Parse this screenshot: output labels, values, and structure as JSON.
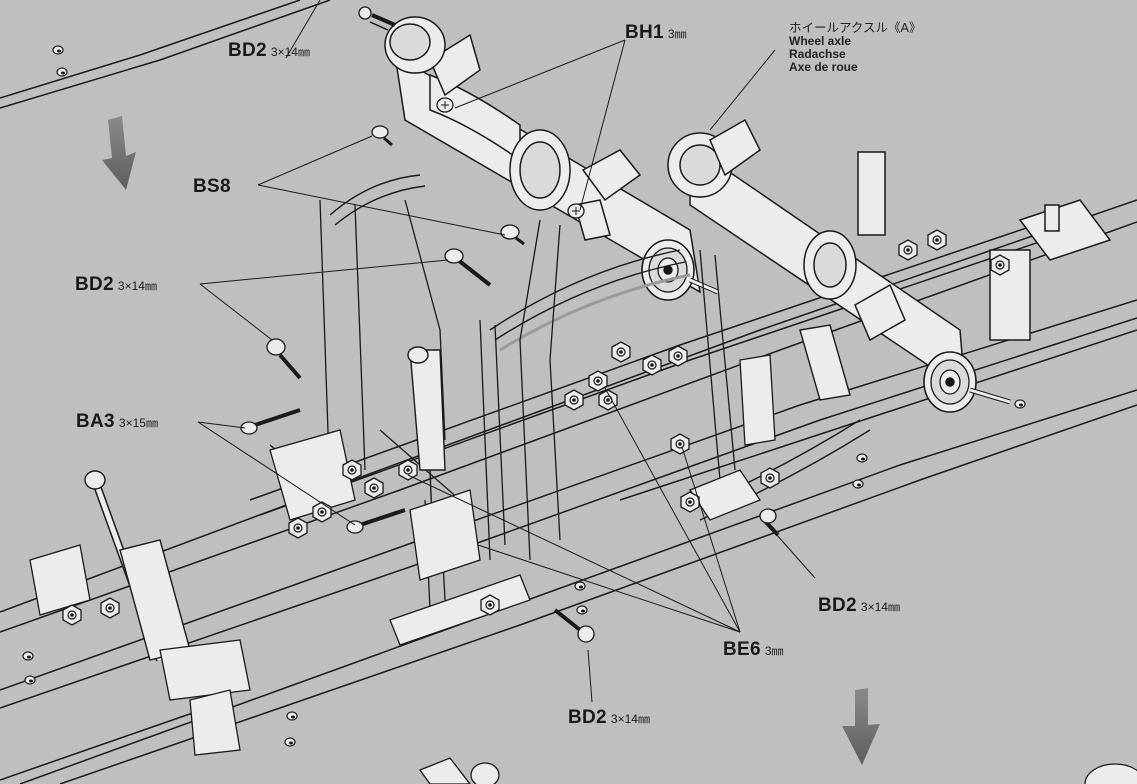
{
  "labels": {
    "bd2_top": {
      "code": "BD2",
      "size": "3×14㎜"
    },
    "bh1": {
      "code": "BH1",
      "size": "3㎜"
    },
    "bs8": {
      "code": "BS8"
    },
    "bd2_left": {
      "code": "BD2",
      "size": "3×14㎜"
    },
    "ba3": {
      "code": "BA3",
      "size": "3×15㎜"
    },
    "bd2_right": {
      "code": "BD2",
      "size": "3×14㎜"
    },
    "be6": {
      "code": "BE6",
      "size": "3㎜"
    },
    "bd2_bottom": {
      "code": "BD2",
      "size": "3×14㎜"
    }
  },
  "wheel_axle": {
    "jp": "ホイールアクスル《A》",
    "en": "Wheel axle",
    "de": "Radachse",
    "fr": "Axe de roue"
  },
  "colors": {
    "background": "#bfbfbf",
    "line": "#1a1a1a",
    "part_fill": "#ececec",
    "arrow": "#6f6f6f"
  },
  "icons": [
    "down-arrow-icon",
    "down-arrow-icon"
  ]
}
